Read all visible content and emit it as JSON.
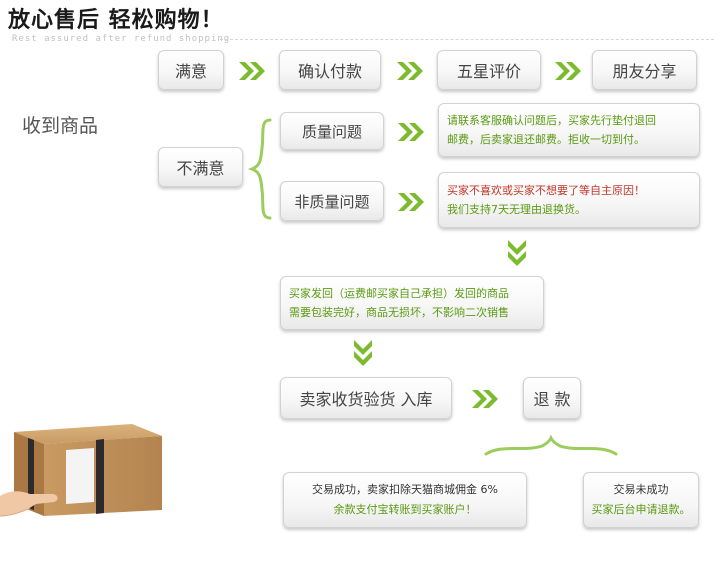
{
  "header": {
    "title": "放心售后  轻松购物！",
    "subtitle": "Rest assured after refund shopping"
  },
  "row1": {
    "steps": [
      "满意",
      "确认付款",
      "五星评价",
      "朋友分享"
    ]
  },
  "receive": {
    "label": "收到商品"
  },
  "unsatisfied": {
    "label": "不满意",
    "quality": {
      "label": "质量问题",
      "note_lines": [
        "请联系客服确认问题后，买家先行垫付退回",
        "邮费，后卖家退还邮费。拒收一切到付。"
      ]
    },
    "non_quality": {
      "label": "非质量问题",
      "note_lines": [
        "买家不喜欢或买家不想要了等自主原因！",
        "我们支持7天无理由退换货。"
      ]
    }
  },
  "return_note": {
    "lines": [
      "买家发回（运费邮买家自己承担）发回的商品",
      "需要包装完好，商品无损坏，不影响二次销售"
    ]
  },
  "receipt": {
    "label": "卖家收货验货  入库"
  },
  "refund": {
    "label": "退 款"
  },
  "outcomes": {
    "success": {
      "lines": [
        "交易成功，卖家扣除天猫商城佣金 6%",
        "余款支付宝转账到买家账户！"
      ]
    },
    "fail": {
      "lines": [
        "交易未成功",
        "买家后台申请退款。"
      ]
    }
  },
  "colors": {
    "arrow": "#7dbb2e",
    "green_text": "#5a9a12",
    "red_text": "#c0392b"
  }
}
